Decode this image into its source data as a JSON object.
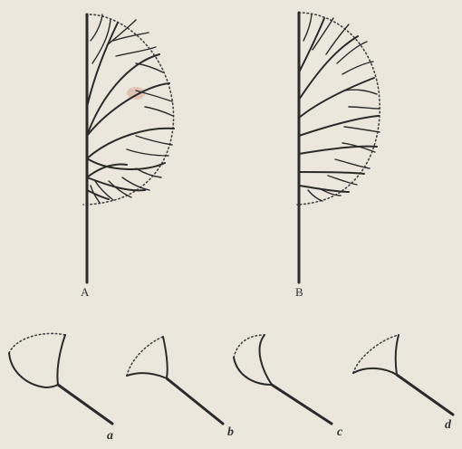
{
  "labels": {
    "figure_A": "A",
    "figure_B": "B",
    "figure_a": "a",
    "figure_b": "b",
    "figure_c": "c",
    "figure_d": "d"
  }
}
